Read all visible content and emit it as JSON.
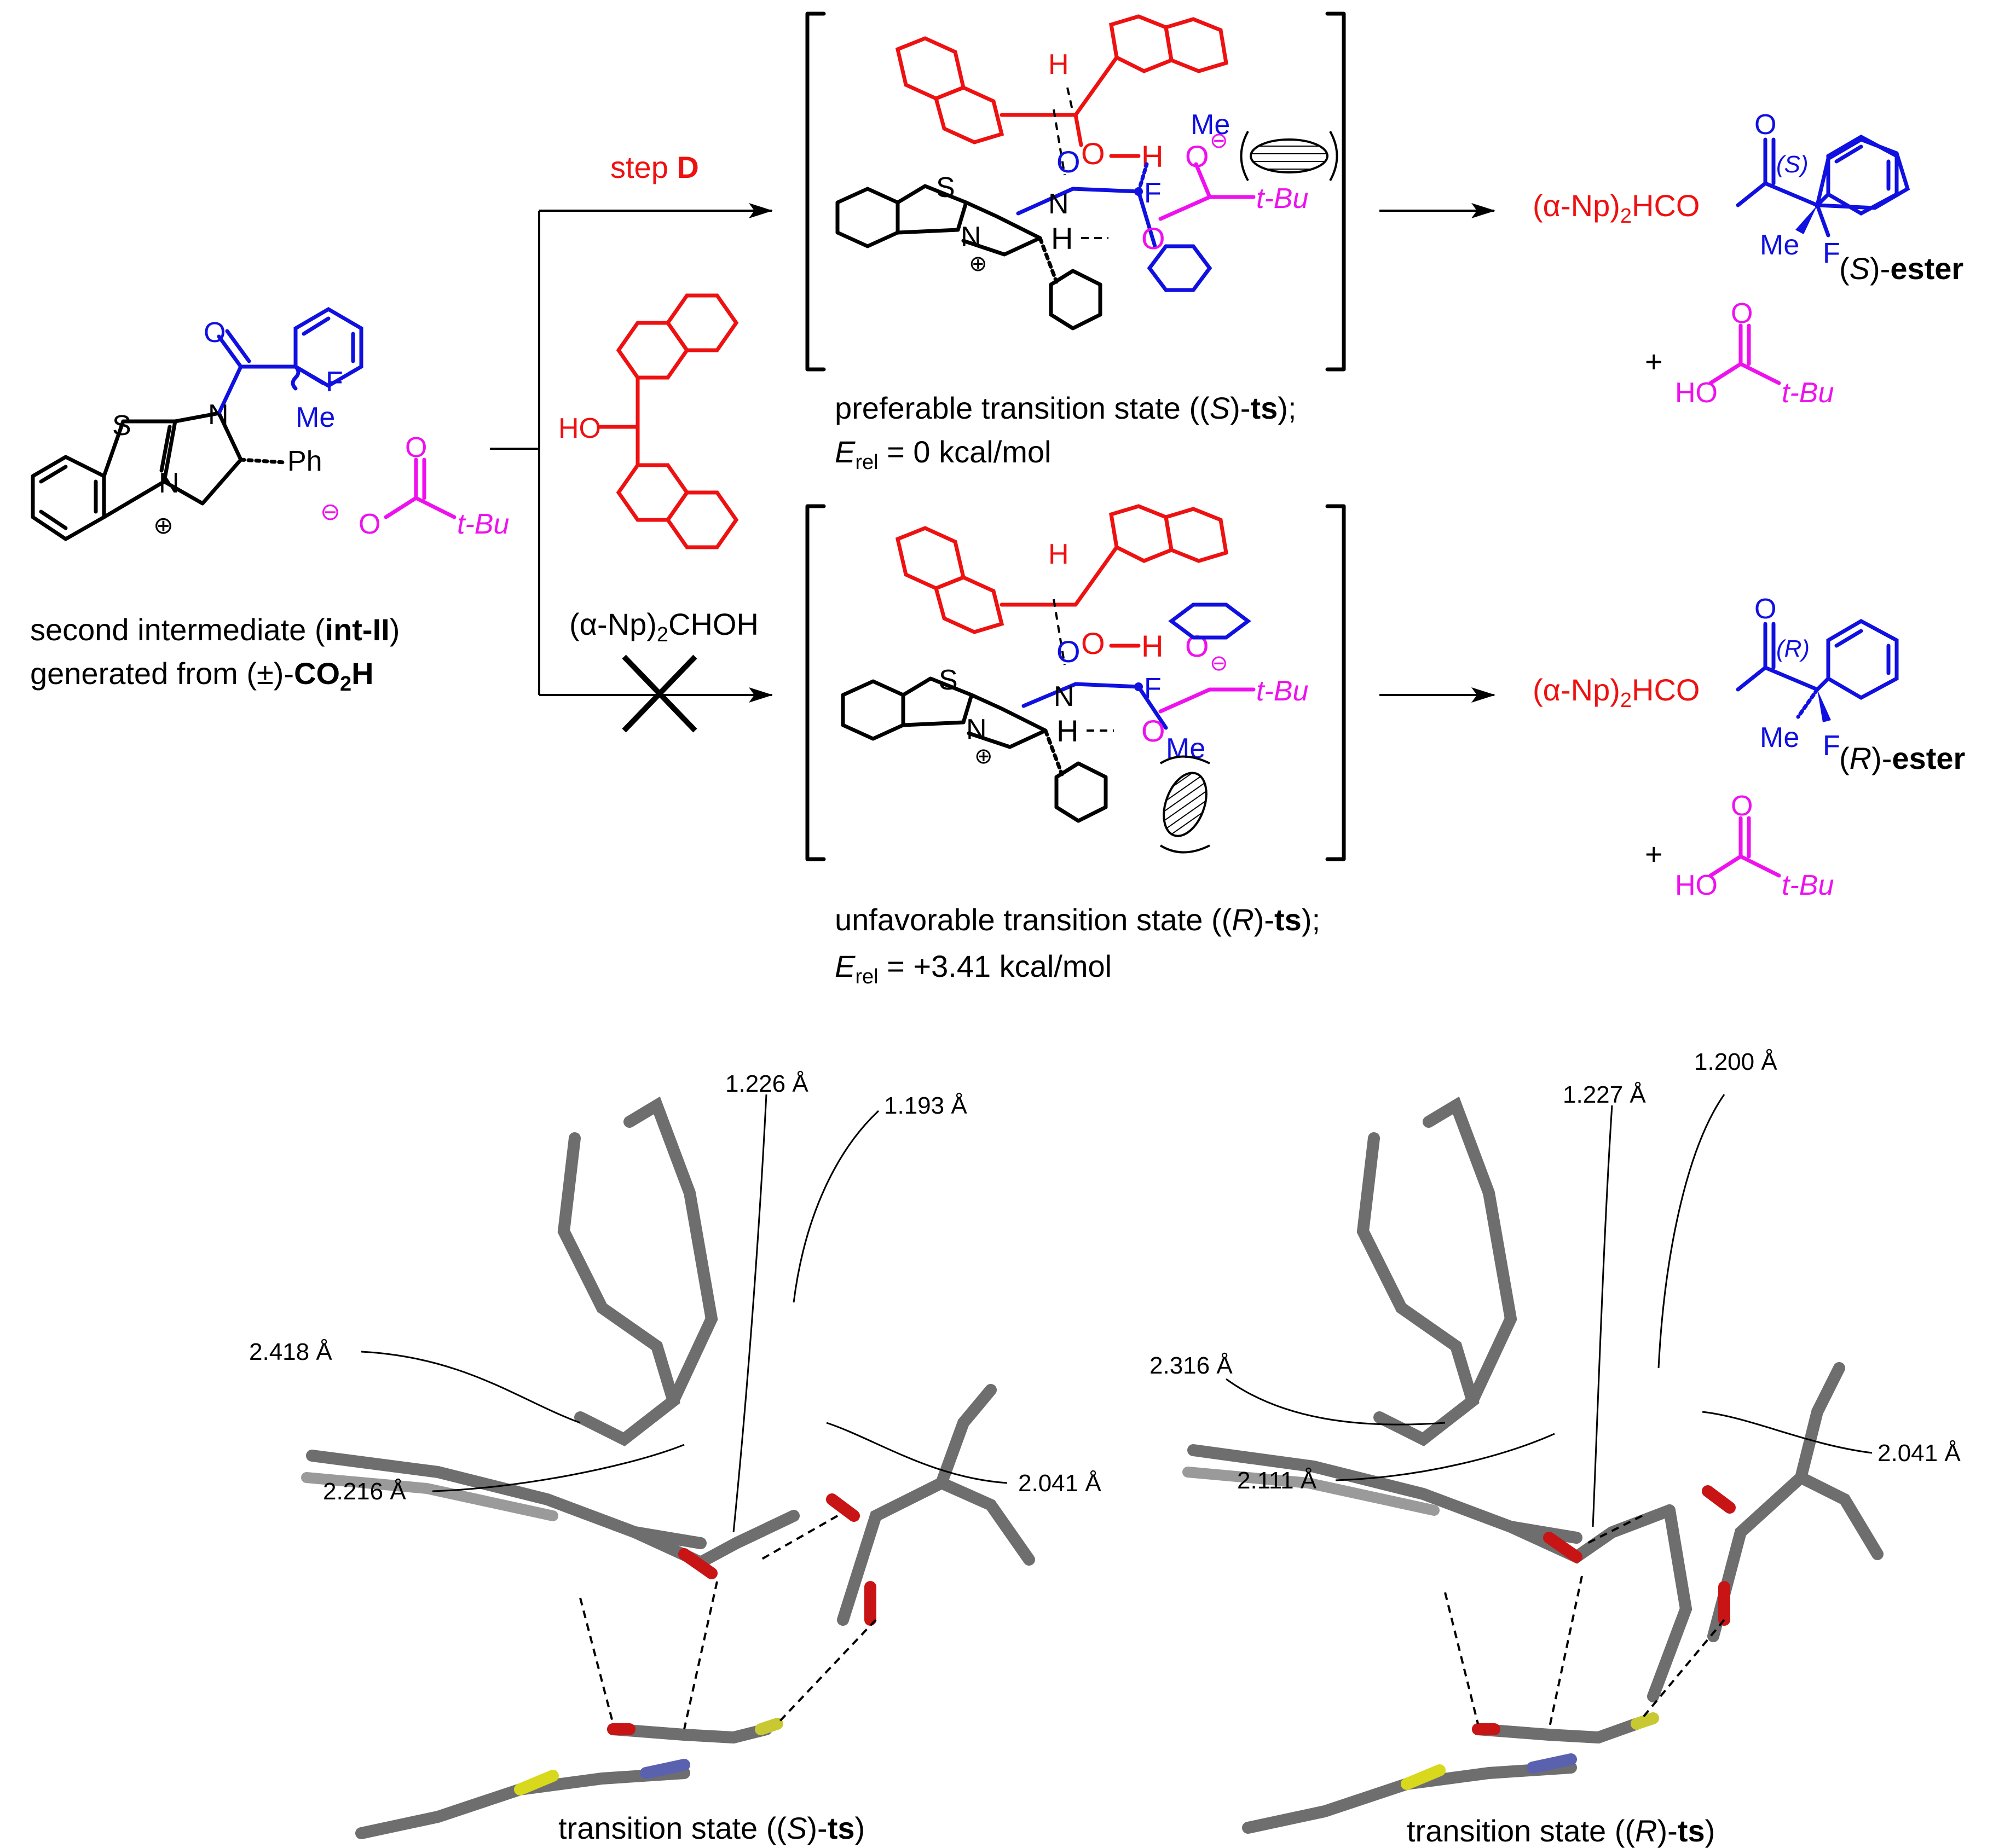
{
  "colors": {
    "catalyst": "#000000",
    "alcohol": "#ee1111",
    "acyl": "#1010e0",
    "pivalate": "#ee11ee",
    "carbon": "#6e6e6e",
    "hydrogen": "#cfcfcf",
    "oxygen": "#c81414",
    "nitrogen": "#5a62b0",
    "sulfur": "#d8d81c",
    "fluorine": "#c8c832"
  },
  "intermediate": {
    "S": "S",
    "N1": "N",
    "N2": "N",
    "O": "O",
    "F": "F",
    "Me": "Me",
    "Ph": "Ph",
    "plus": "⊕",
    "carboxylate_minus": "⊖",
    "carboxylate_O1": "O",
    "carboxylate_O2": "O",
    "tBu": "t-Bu",
    "caption_line1_pre": "second intermediate (",
    "caption_line1_bold": "int-II",
    "caption_line1_post": ")",
    "caption_line2_pre": "generated from (±)-",
    "caption_line2_bold": "CO",
    "caption_line2_sub": "2",
    "caption_line2_bold2": "H"
  },
  "reagent": {
    "HO": "HO",
    "label_pre": "(α-Np)",
    "label_sub": "2",
    "label_post": "CHOH"
  },
  "step": {
    "prefix": "step ",
    "letter": "D"
  },
  "ts_top": {
    "H_top": "H",
    "O_left": "O",
    "O_mid": "O",
    "H_mid": "H",
    "O_minus": "O",
    "minus": "⊖",
    "Me": "Me",
    "S": "S",
    "N1": "N",
    "N2": "N",
    "H_low": "H",
    "F": "F",
    "O_low": "O",
    "tBu": "t-Bu",
    "plus": "⊕",
    "caption_pre": "preferable transition state ((",
    "caption_it": "S",
    "caption_mid": ")-",
    "caption_bold": "ts",
    "caption_post": ");",
    "energy_E": "E",
    "energy_sub": "rel",
    "energy_value": " = 0 kcal/mol"
  },
  "ts_bottom": {
    "H_top": "H",
    "O_left": "O",
    "O_mid": "O",
    "H_mid": "H",
    "O_minus": "O",
    "minus": "⊖",
    "Me": "Me",
    "S": "S",
    "N1": "N",
    "N2": "N",
    "H_low": "H",
    "F": "F",
    "O_low": "O",
    "tBu": "t-Bu",
    "plus": "⊕",
    "caption_pre": "unfavorable transition state ((",
    "caption_it": "R",
    "caption_mid": ")-",
    "caption_bold": "ts",
    "caption_post": ");",
    "energy_E": "E",
    "energy_sub": "rel",
    "energy_value": " = +3.41 kcal/mol"
  },
  "product_S": {
    "ester_pre": "(α-Np)",
    "ester_sub": "2",
    "ester_post": "HCO",
    "O": "O",
    "stereo": "(S)",
    "Me": "Me",
    "F": "F",
    "label_open": "(",
    "label_it": "S",
    "label_close": ")-",
    "label_bold": "ester",
    "plus": "+",
    "acid_O": "O",
    "acid_HO": "HO",
    "acid_tBu": "t-Bu"
  },
  "product_R": {
    "ester_pre": "(α-Np)",
    "ester_sub": "2",
    "ester_post": "HCO",
    "O": "O",
    "stereo": "(R)",
    "Me": "Me",
    "F": "F",
    "label_open": "(",
    "label_it": "R",
    "label_close": ")-",
    "label_bold": "ester",
    "plus": "+",
    "acid_O": "O",
    "acid_HO": "HO",
    "acid_tBu": "t-Bu"
  },
  "model_S": {
    "d1": "1.226 Å",
    "d2": "1.193 Å",
    "d3": "2.418 Å",
    "d4": "2.216 Å",
    "d5": "2.041 Å",
    "caption_pre": "transition state ((",
    "caption_it": "S",
    "caption_mid": ")-",
    "caption_bold": "ts",
    "caption_post": ")"
  },
  "model_R": {
    "d1": "1.227 Å",
    "d2": "1.200 Å",
    "d3": "2.316 Å",
    "d4": "2.111 Å",
    "d5": "2.041 Å",
    "caption_pre": "transition state ((",
    "caption_it": "R",
    "caption_mid": ")-",
    "caption_bold": "ts",
    "caption_post": ")"
  }
}
